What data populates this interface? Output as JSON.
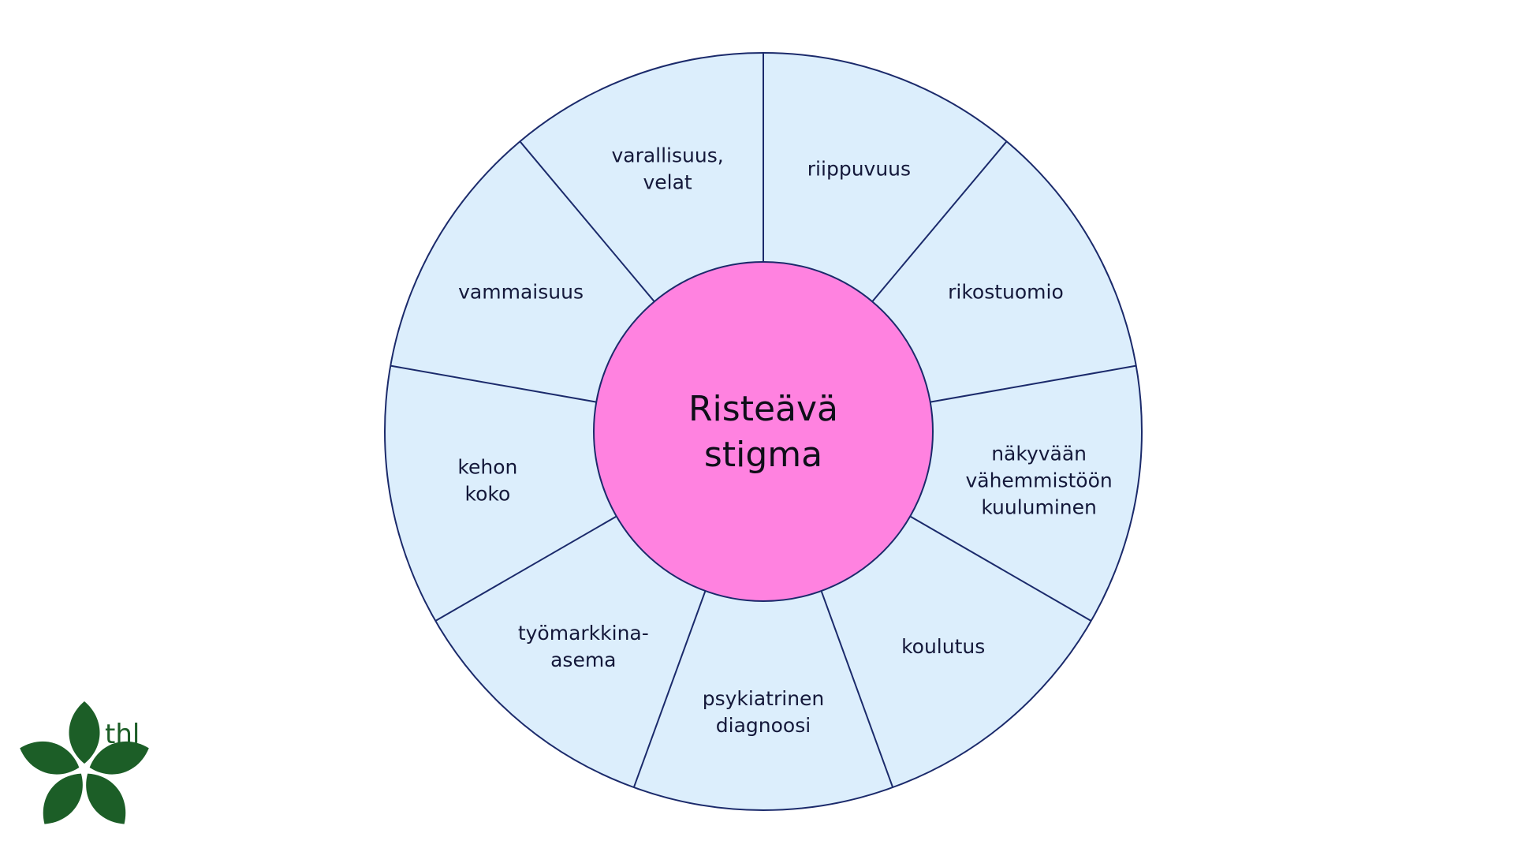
{
  "diagram": {
    "center_label_lines": [
      "Risteävä",
      "stigma"
    ],
    "segments": [
      {
        "id": "riippuvuus",
        "lines": [
          "riippuvuus"
        ]
      },
      {
        "id": "rikostuomio",
        "lines": [
          "rikostuomio"
        ]
      },
      {
        "id": "nakyvaan-vahemmistoon-kuuluminen",
        "lines": [
          "näkyvään",
          "vähemmistöön",
          "kuuluminen"
        ]
      },
      {
        "id": "koulutus",
        "lines": [
          "koulutus"
        ]
      },
      {
        "id": "psykiatrinen-diagnoosi",
        "lines": [
          "psykiatrinen",
          "diagnoosi"
        ]
      },
      {
        "id": "tyomarkkina-asema",
        "lines": [
          "työmarkkina-",
          "asema"
        ]
      },
      {
        "id": "kehon-koko",
        "lines": [
          "kehon",
          "koko"
        ]
      },
      {
        "id": "vammaisuus",
        "lines": [
          "vammaisuus"
        ]
      },
      {
        "id": "varallisuus-velat",
        "lines": [
          "varallisuus,",
          "velat"
        ]
      }
    ],
    "colors": {
      "segment_fill": "#dceefc",
      "stroke": "#1b2a6b",
      "center_fill": "#ff82e0",
      "text": "#14183a"
    }
  },
  "logo": {
    "text": "thl",
    "color": "#1c5e27"
  }
}
